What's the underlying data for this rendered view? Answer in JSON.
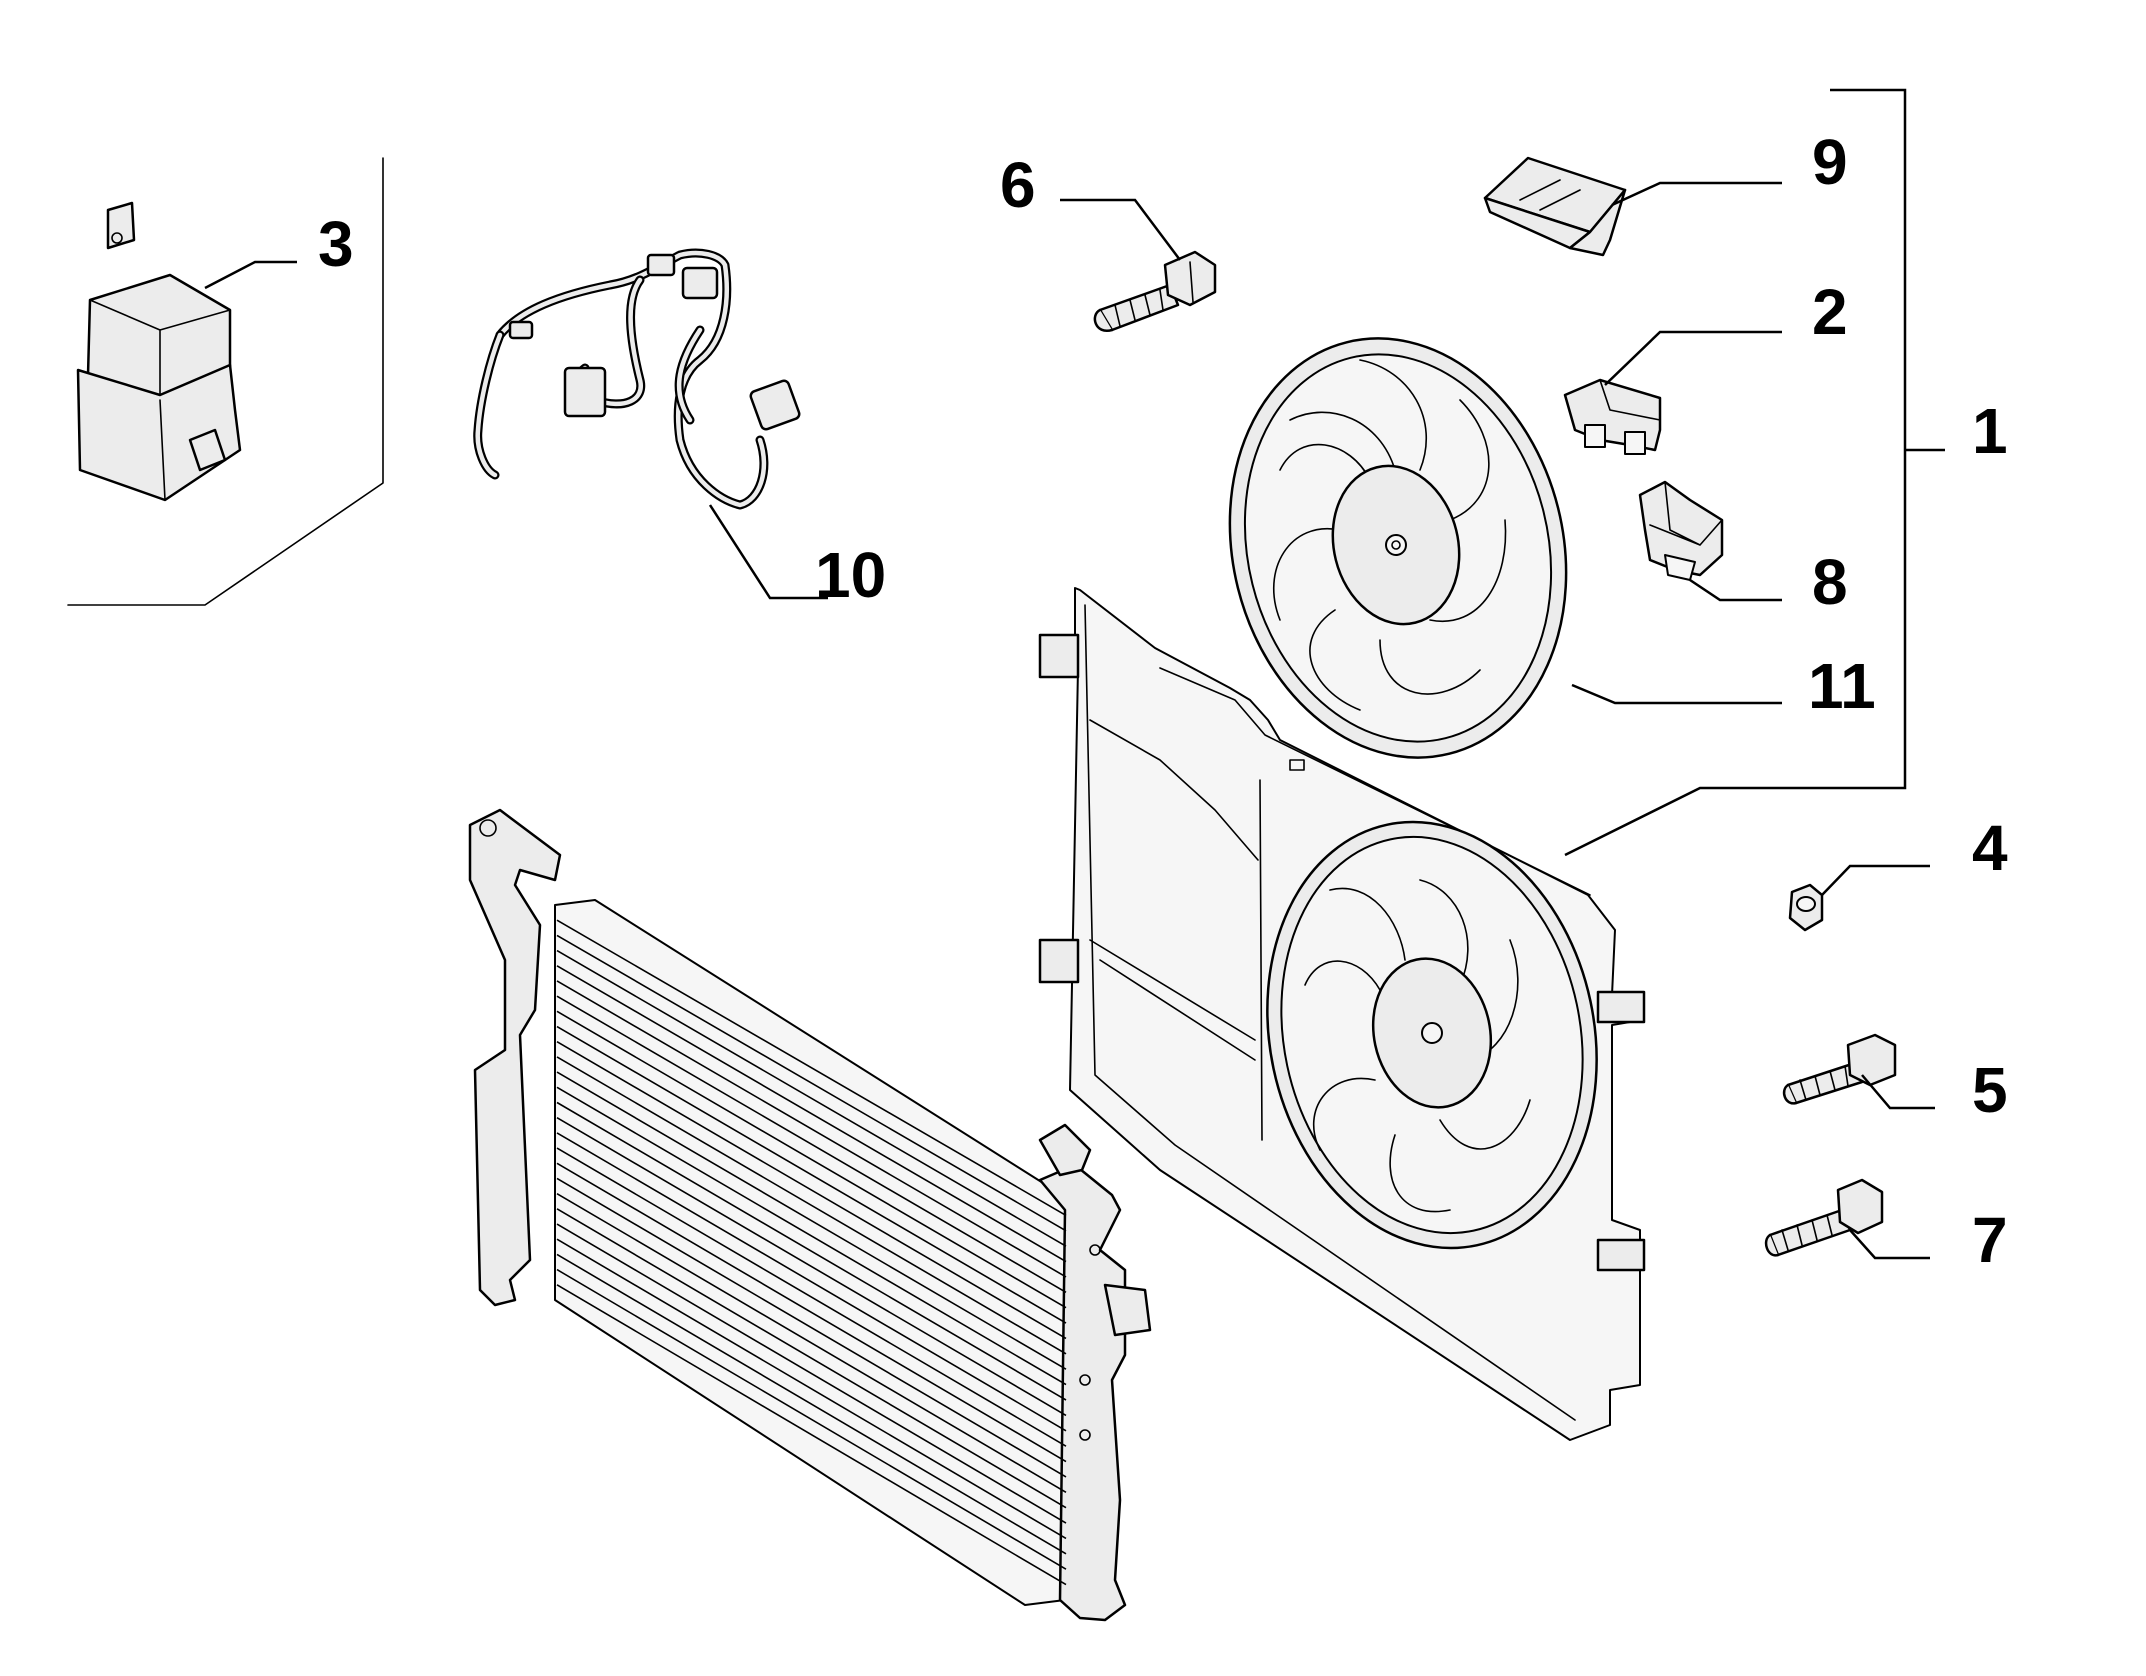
{
  "diagram": {
    "callouts": [
      {
        "id": "1",
        "label": "1"
      },
      {
        "id": "2",
        "label": "2"
      },
      {
        "id": "3",
        "label": "3"
      },
      {
        "id": "4",
        "label": "4"
      },
      {
        "id": "5",
        "label": "5"
      },
      {
        "id": "6",
        "label": "6"
      },
      {
        "id": "7",
        "label": "7"
      },
      {
        "id": "8",
        "label": "8"
      },
      {
        "id": "9",
        "label": "9"
      },
      {
        "id": "10",
        "label": "10"
      },
      {
        "id": "11",
        "label": "11"
      }
    ]
  },
  "colors": {
    "line": "#000000",
    "part_fill": "#ececec",
    "background": "#ffffff"
  }
}
